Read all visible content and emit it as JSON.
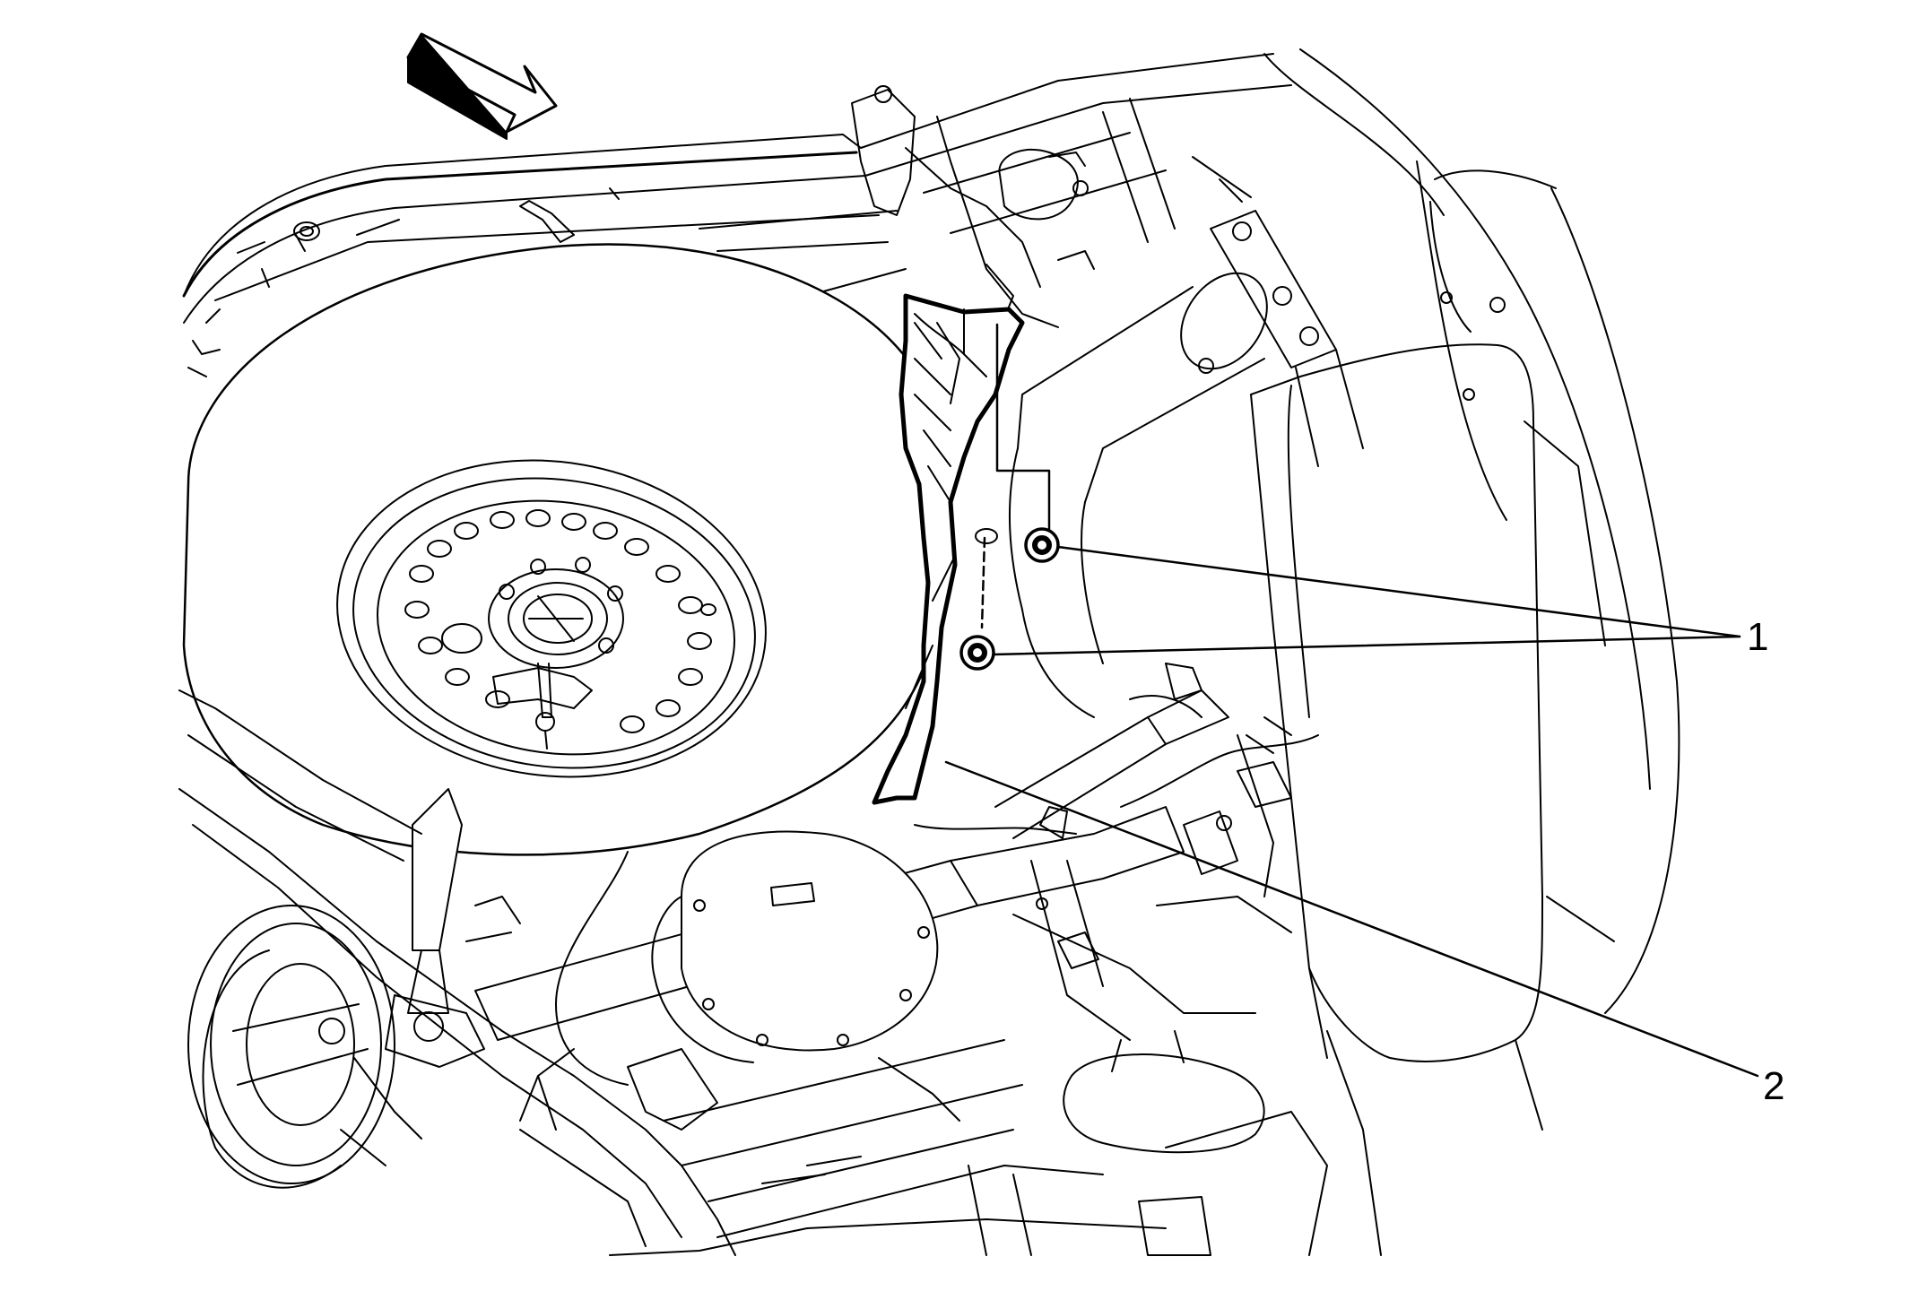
{
  "diagram": {
    "callouts": [
      {
        "id": "1",
        "label": "1"
      },
      {
        "id": "2",
        "label": "2"
      }
    ],
    "icons": [
      "view-direction-arrow-icon",
      "fastener-nut-icon",
      "bracket-heat-shield-icon"
    ]
  }
}
